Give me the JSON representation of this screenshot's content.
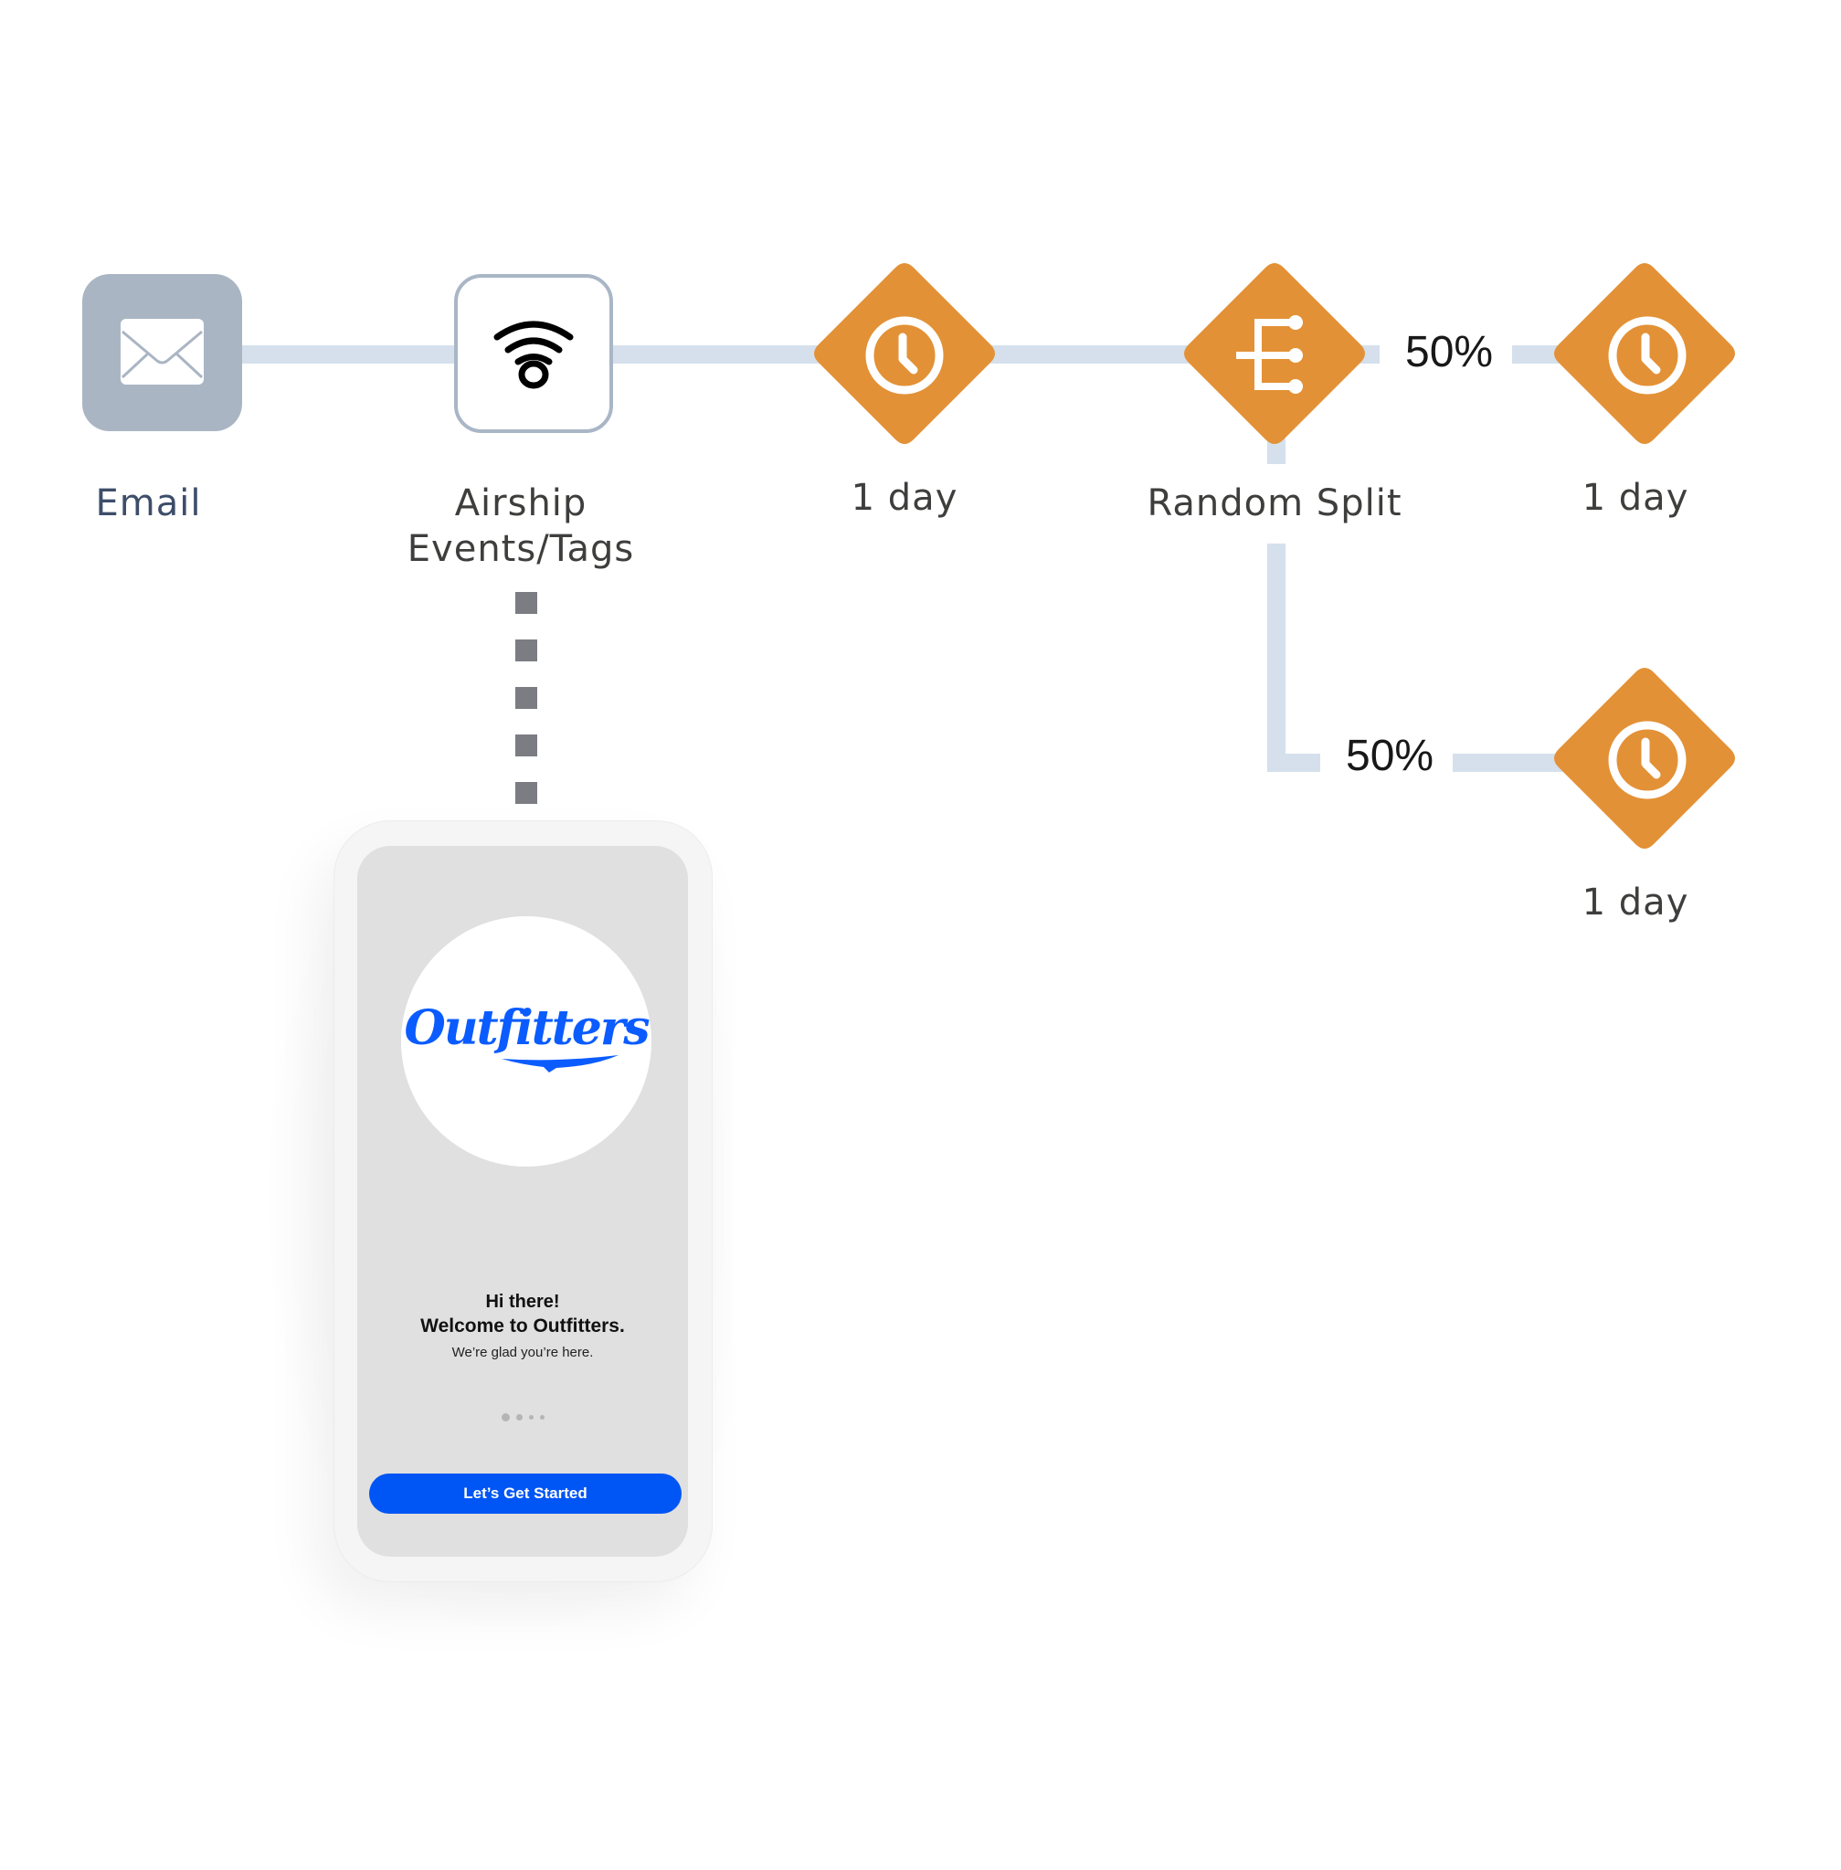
{
  "journey": {
    "nodes": [
      {
        "id": "email",
        "type": "entry-source",
        "label": "Email",
        "icon": "envelope-icon"
      },
      {
        "id": "airship",
        "type": "activity",
        "label_lines": [
          "Airship",
          "Events/Tags"
        ],
        "icon": "broadcast-signal-icon"
      },
      {
        "id": "wait1",
        "type": "wait",
        "label": "1 day",
        "icon": "clock-icon"
      },
      {
        "id": "split",
        "type": "random-split",
        "label": "Random Split",
        "icon": "split-branches-icon"
      },
      {
        "id": "wait2",
        "type": "wait",
        "label": "1 day",
        "icon": "clock-icon"
      },
      {
        "id": "wait3",
        "type": "wait",
        "label": "1 day",
        "icon": "clock-icon"
      }
    ],
    "branches": [
      {
        "from": "split",
        "to": "wait2",
        "percent_label": "50%",
        "percent": 50
      },
      {
        "from": "split",
        "to": "wait3",
        "percent_label": "50%",
        "percent": 50
      }
    ],
    "colors": {
      "connector": "#d5e0ec",
      "activity_orange": "#e39136",
      "email_gray": "#aab5c4",
      "dotted_link": "#7c7d83"
    }
  },
  "phone_preview": {
    "logo_text": "Outfitters",
    "greeting": "Hi there!",
    "welcome": "Welcome to Outfitters.",
    "tagline": "We’re glad you’re here.",
    "pager": {
      "total": 4,
      "active_index": 0
    },
    "cta_label": "Let’s Get Started",
    "colors": {
      "brand_blue": "#0b5cff",
      "button_blue": "#0055f5"
    }
  }
}
